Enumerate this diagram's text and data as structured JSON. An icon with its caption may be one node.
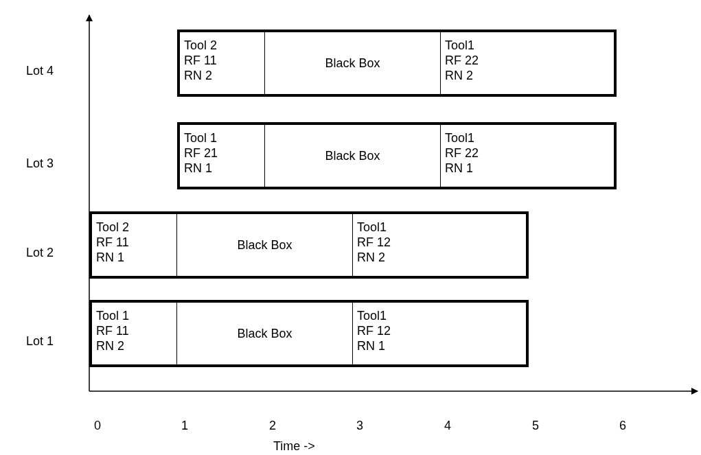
{
  "diagram": {
    "nodes": [
      {
        "text": [
          "Tool 2",
          "RF 11",
          "RN 2"
        ]
      },
      {
        "text": [
          "Black Box"
        ]
      },
      {
        "text": [
          "Tool1",
          "RF 22",
          "RN 2"
        ]
      },
      {
        "text": [
          "Tool 1",
          "RF 21",
          "RN 1"
        ]
      },
      {
        "text": [
          "Black Box"
        ]
      },
      {
        "text": [
          "Tool1",
          "RF 22",
          "RN 1"
        ]
      },
      {
        "text": [
          "Tool 2",
          "RF 11",
          "RN 1"
        ]
      },
      {
        "text": [
          "Black Box"
        ]
      },
      {
        "text": [
          "Tool1",
          "RF 12",
          "RN 2"
        ]
      },
      {
        "text": [
          "Tool 1",
          "RF 11",
          "RN 2"
        ]
      },
      {
        "text": [
          "Black Box"
        ]
      },
      {
        "text": [
          "Tool1",
          "RF 12",
          "RN 1"
        ]
      }
    ],
    "labels": [
      "Lot 4",
      "Lot 3",
      "Lot 2",
      "Lot 1",
      "0",
      "1",
      "2",
      "3",
      "4",
      "5",
      "6",
      "Time ->"
    ]
  }
}
